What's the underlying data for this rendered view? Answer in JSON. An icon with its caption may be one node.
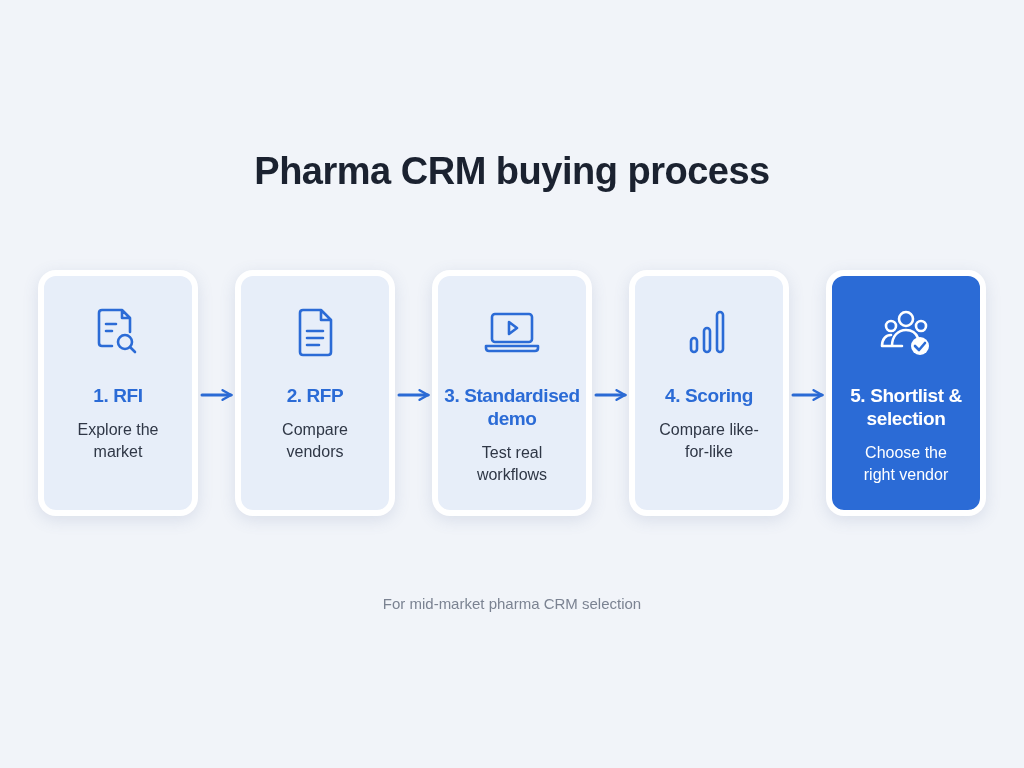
{
  "diagram": {
    "title": "Pharma CRM buying process",
    "nodes": [
      {
        "text": [
          "1. RFI",
          "Explore the market"
        ]
      },
      {
        "text": [
          "2. RFP",
          "Compare vendors"
        ]
      },
      {
        "text": [
          "3. Standardised demo",
          "Test real workflows"
        ]
      },
      {
        "text": [
          "4. Scoring",
          "Compare like-for-like"
        ]
      },
      {
        "text": [
          "5. Shortlist & selection",
          "Choose the right vendor"
        ]
      }
    ],
    "edges": [
      {
        "from": 0,
        "to": 1,
        "arrow": "to"
      },
      {
        "from": 1,
        "to": 2,
        "arrow": "to"
      },
      {
        "from": 2,
        "to": 3,
        "arrow": "to"
      },
      {
        "from": 3,
        "to": 4,
        "arrow": "to"
      }
    ],
    "caption": "For mid-market pharma CRM selection"
  }
}
